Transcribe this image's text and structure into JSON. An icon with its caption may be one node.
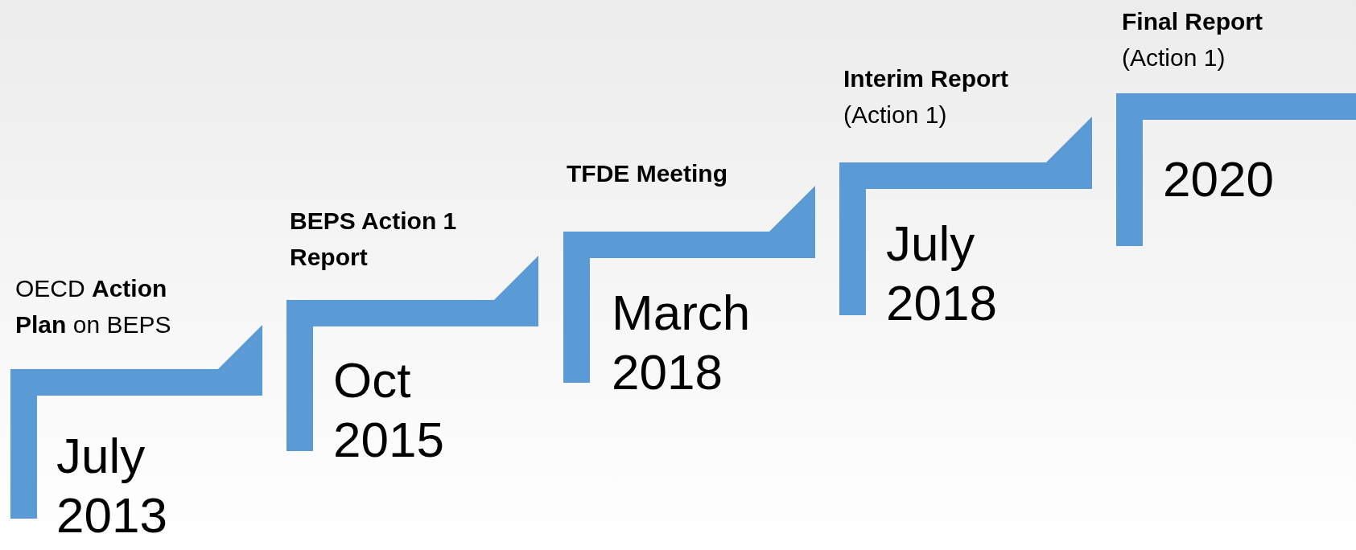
{
  "diagram": {
    "nodes": [
      {
        "text": [
          "OECD **Action Plan** on BEPS",
          "July 2013"
        ]
      },
      {
        "text": [
          "BEPS Action 1 Report",
          "Oct 2015"
        ]
      },
      {
        "text": [
          "TFDE Meeting",
          "March 2018"
        ]
      },
      {
        "text": [
          "**Interim Report** (Action 1)",
          "July 2018"
        ]
      },
      {
        "text": [
          "**Final Report** (Action 1)",
          "2020"
        ]
      }
    ]
  }
}
